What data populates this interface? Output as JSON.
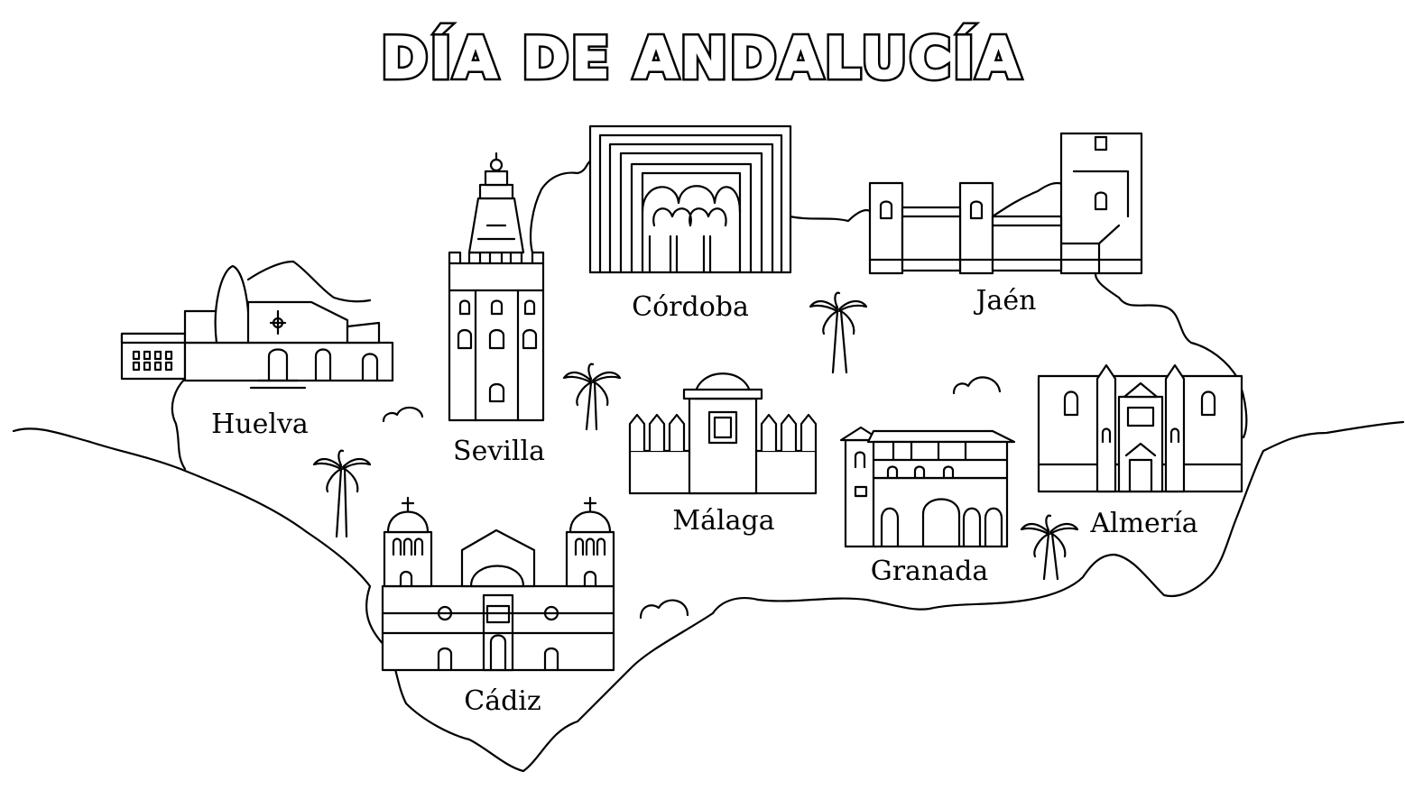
{
  "title": "DÍA DE ANDALUCÍA",
  "colors": {
    "line": "#000000",
    "background": "#ffffff"
  },
  "provinces": [
    {
      "id": "huelva",
      "label": "Huelva",
      "landmark": "church-icon"
    },
    {
      "id": "sevilla",
      "label": "Sevilla",
      "landmark": "giralda-tower-icon"
    },
    {
      "id": "cordoba",
      "label": "Córdoba",
      "landmark": "mezquita-arches-icon"
    },
    {
      "id": "jaen",
      "label": "Jaén",
      "landmark": "castle-wall-icon"
    },
    {
      "id": "malaga",
      "label": "Málaga",
      "landmark": "alcazaba-icon"
    },
    {
      "id": "granada",
      "label": "Granada",
      "landmark": "alhambra-palace-icon"
    },
    {
      "id": "almeria",
      "label": "Almería",
      "landmark": "cathedral-facade-icon"
    },
    {
      "id": "cadiz",
      "label": "Cádiz",
      "landmark": "cathedral-icon"
    }
  ],
  "decorations": [
    "palm-tree-icon",
    "cloud-icon"
  ]
}
